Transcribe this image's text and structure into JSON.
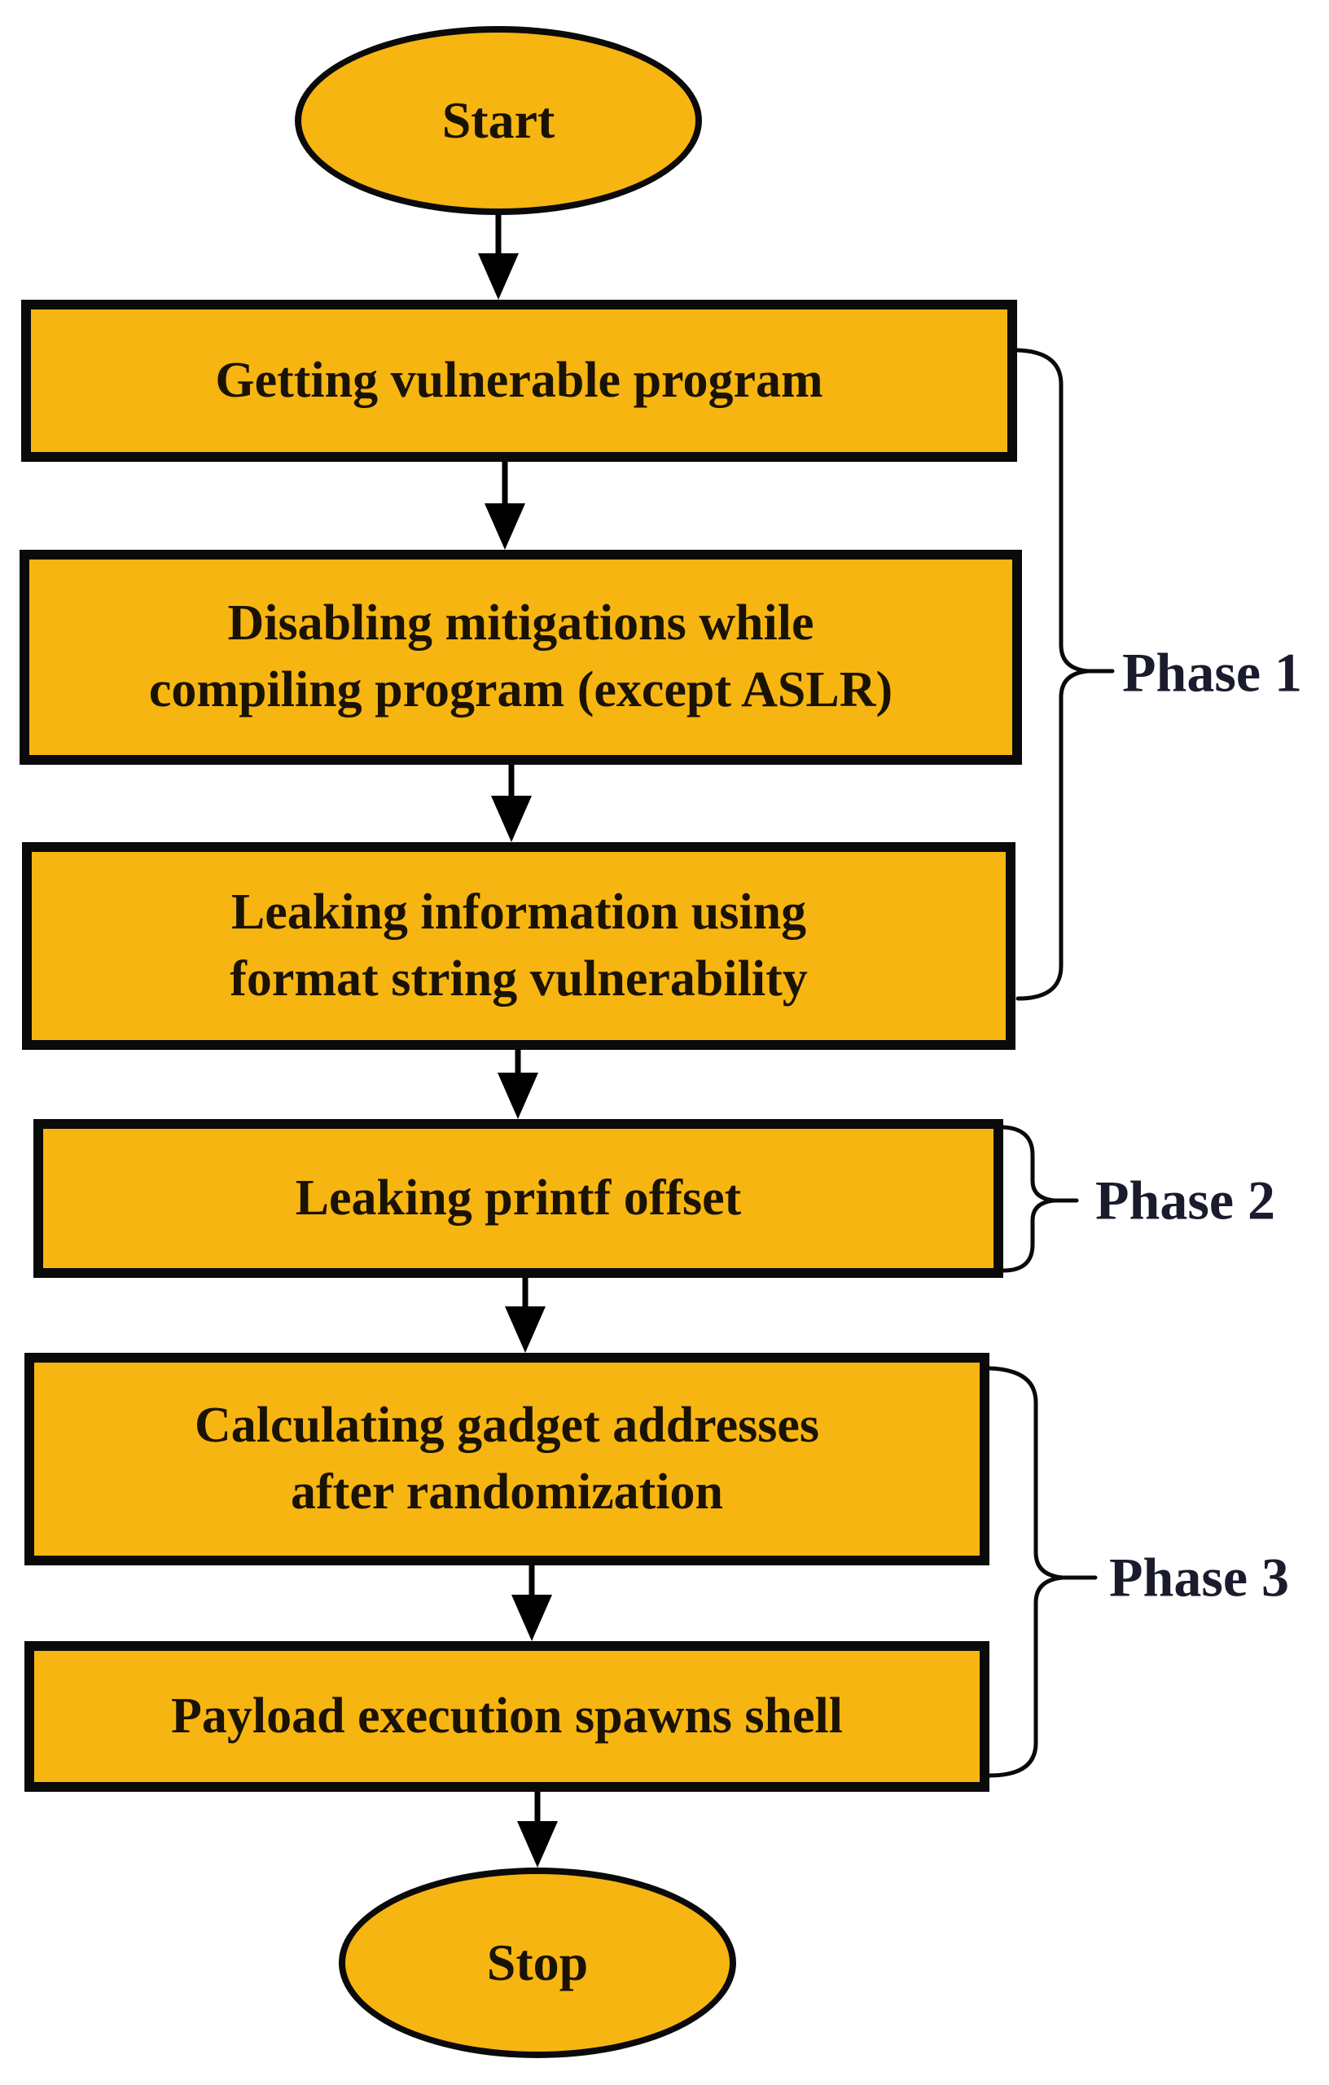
{
  "diagram": {
    "type": "flowchart",
    "colors": {
      "node_fill": "#F7B512",
      "node_border": "#0A0A0A",
      "node_text": "#1A1304",
      "phase_text": "#1B1B2E",
      "connector": "#000000",
      "background": "#FFFFFF"
    },
    "start_label": "Start",
    "stop_label": "Stop",
    "steps": [
      {
        "lines": [
          "Getting vulnerable program"
        ]
      },
      {
        "lines": [
          "Disabling mitigations while",
          "compiling program (except ASLR)"
        ]
      },
      {
        "lines": [
          "Leaking information using",
          "format string vulnerability"
        ]
      },
      {
        "lines": [
          "Leaking printf offset"
        ]
      },
      {
        "lines": [
          "Calculating gadget addresses",
          "after randomization"
        ]
      },
      {
        "lines": [
          "Payload execution spawns shell"
        ]
      }
    ],
    "phases": [
      {
        "label": "Phase 1"
      },
      {
        "label": "Phase 2"
      },
      {
        "label": "Phase 3"
      }
    ]
  }
}
